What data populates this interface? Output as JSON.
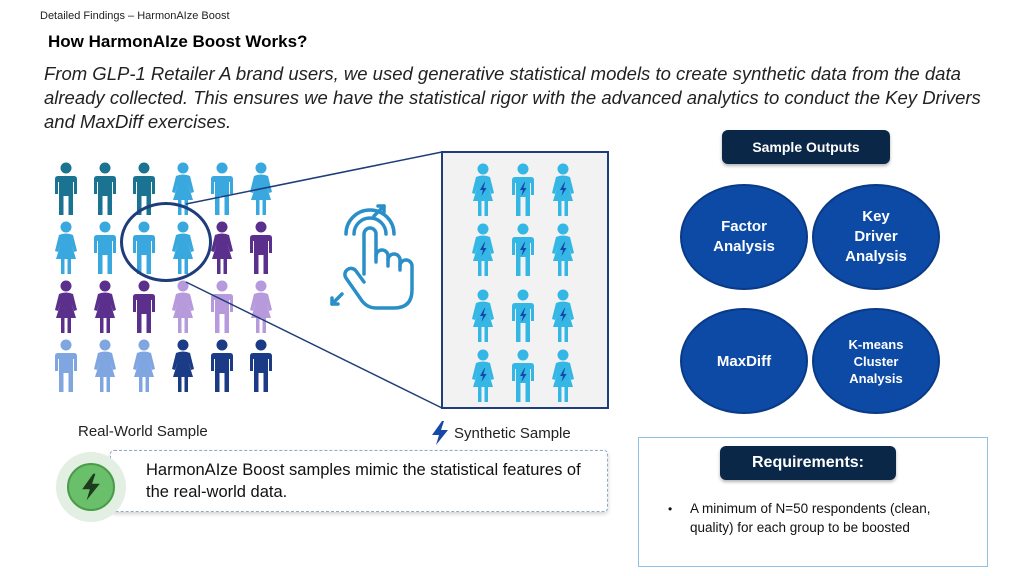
{
  "header": {
    "breadcrumb": "Detailed Findings – HarmonAIze Boost",
    "title": "How HarmonAIze Boost Works?",
    "intro": "From GLP-1 Retailer A brand users, we used generative statistical models to create synthetic data from the data already collected. This ensures we have the statistical rigor with the advanced analytics to conduct the Key Drivers and MaxDiff exercises."
  },
  "illustration": {
    "real_label": "Real-World Sample",
    "synthetic_label": "Synthetic Sample",
    "icons": [
      "person-icon",
      "hand-pointer-icon",
      "lightning-bolt-icon",
      "magnifier-lens"
    ],
    "colors": {
      "teal": "#1a7390",
      "sky": "#38a8de",
      "purple": "#5b2f8c",
      "lavender": "#b69adb",
      "light_blue": "#7fa6e0",
      "navy": "#1b3b86",
      "synthetic_person": "#35b7e6",
      "bolt": "#1748a8"
    }
  },
  "callout": {
    "text": "HarmonAIze Boost samples mimic the statistical features of the real-world data."
  },
  "outputs": {
    "heading": "Sample Outputs",
    "items": [
      "Factor Analysis",
      "Key Driver Analysis",
      "MaxDiff",
      "K-means Cluster Analysis"
    ],
    "circle_color": "#0c4aa6",
    "pill_color": "#0b2748"
  },
  "requirements": {
    "heading": "Requirements:",
    "bullet": "•",
    "items": [
      "A minimum of N=50 respondents (clean, quality) for each group to be boosted"
    ]
  }
}
